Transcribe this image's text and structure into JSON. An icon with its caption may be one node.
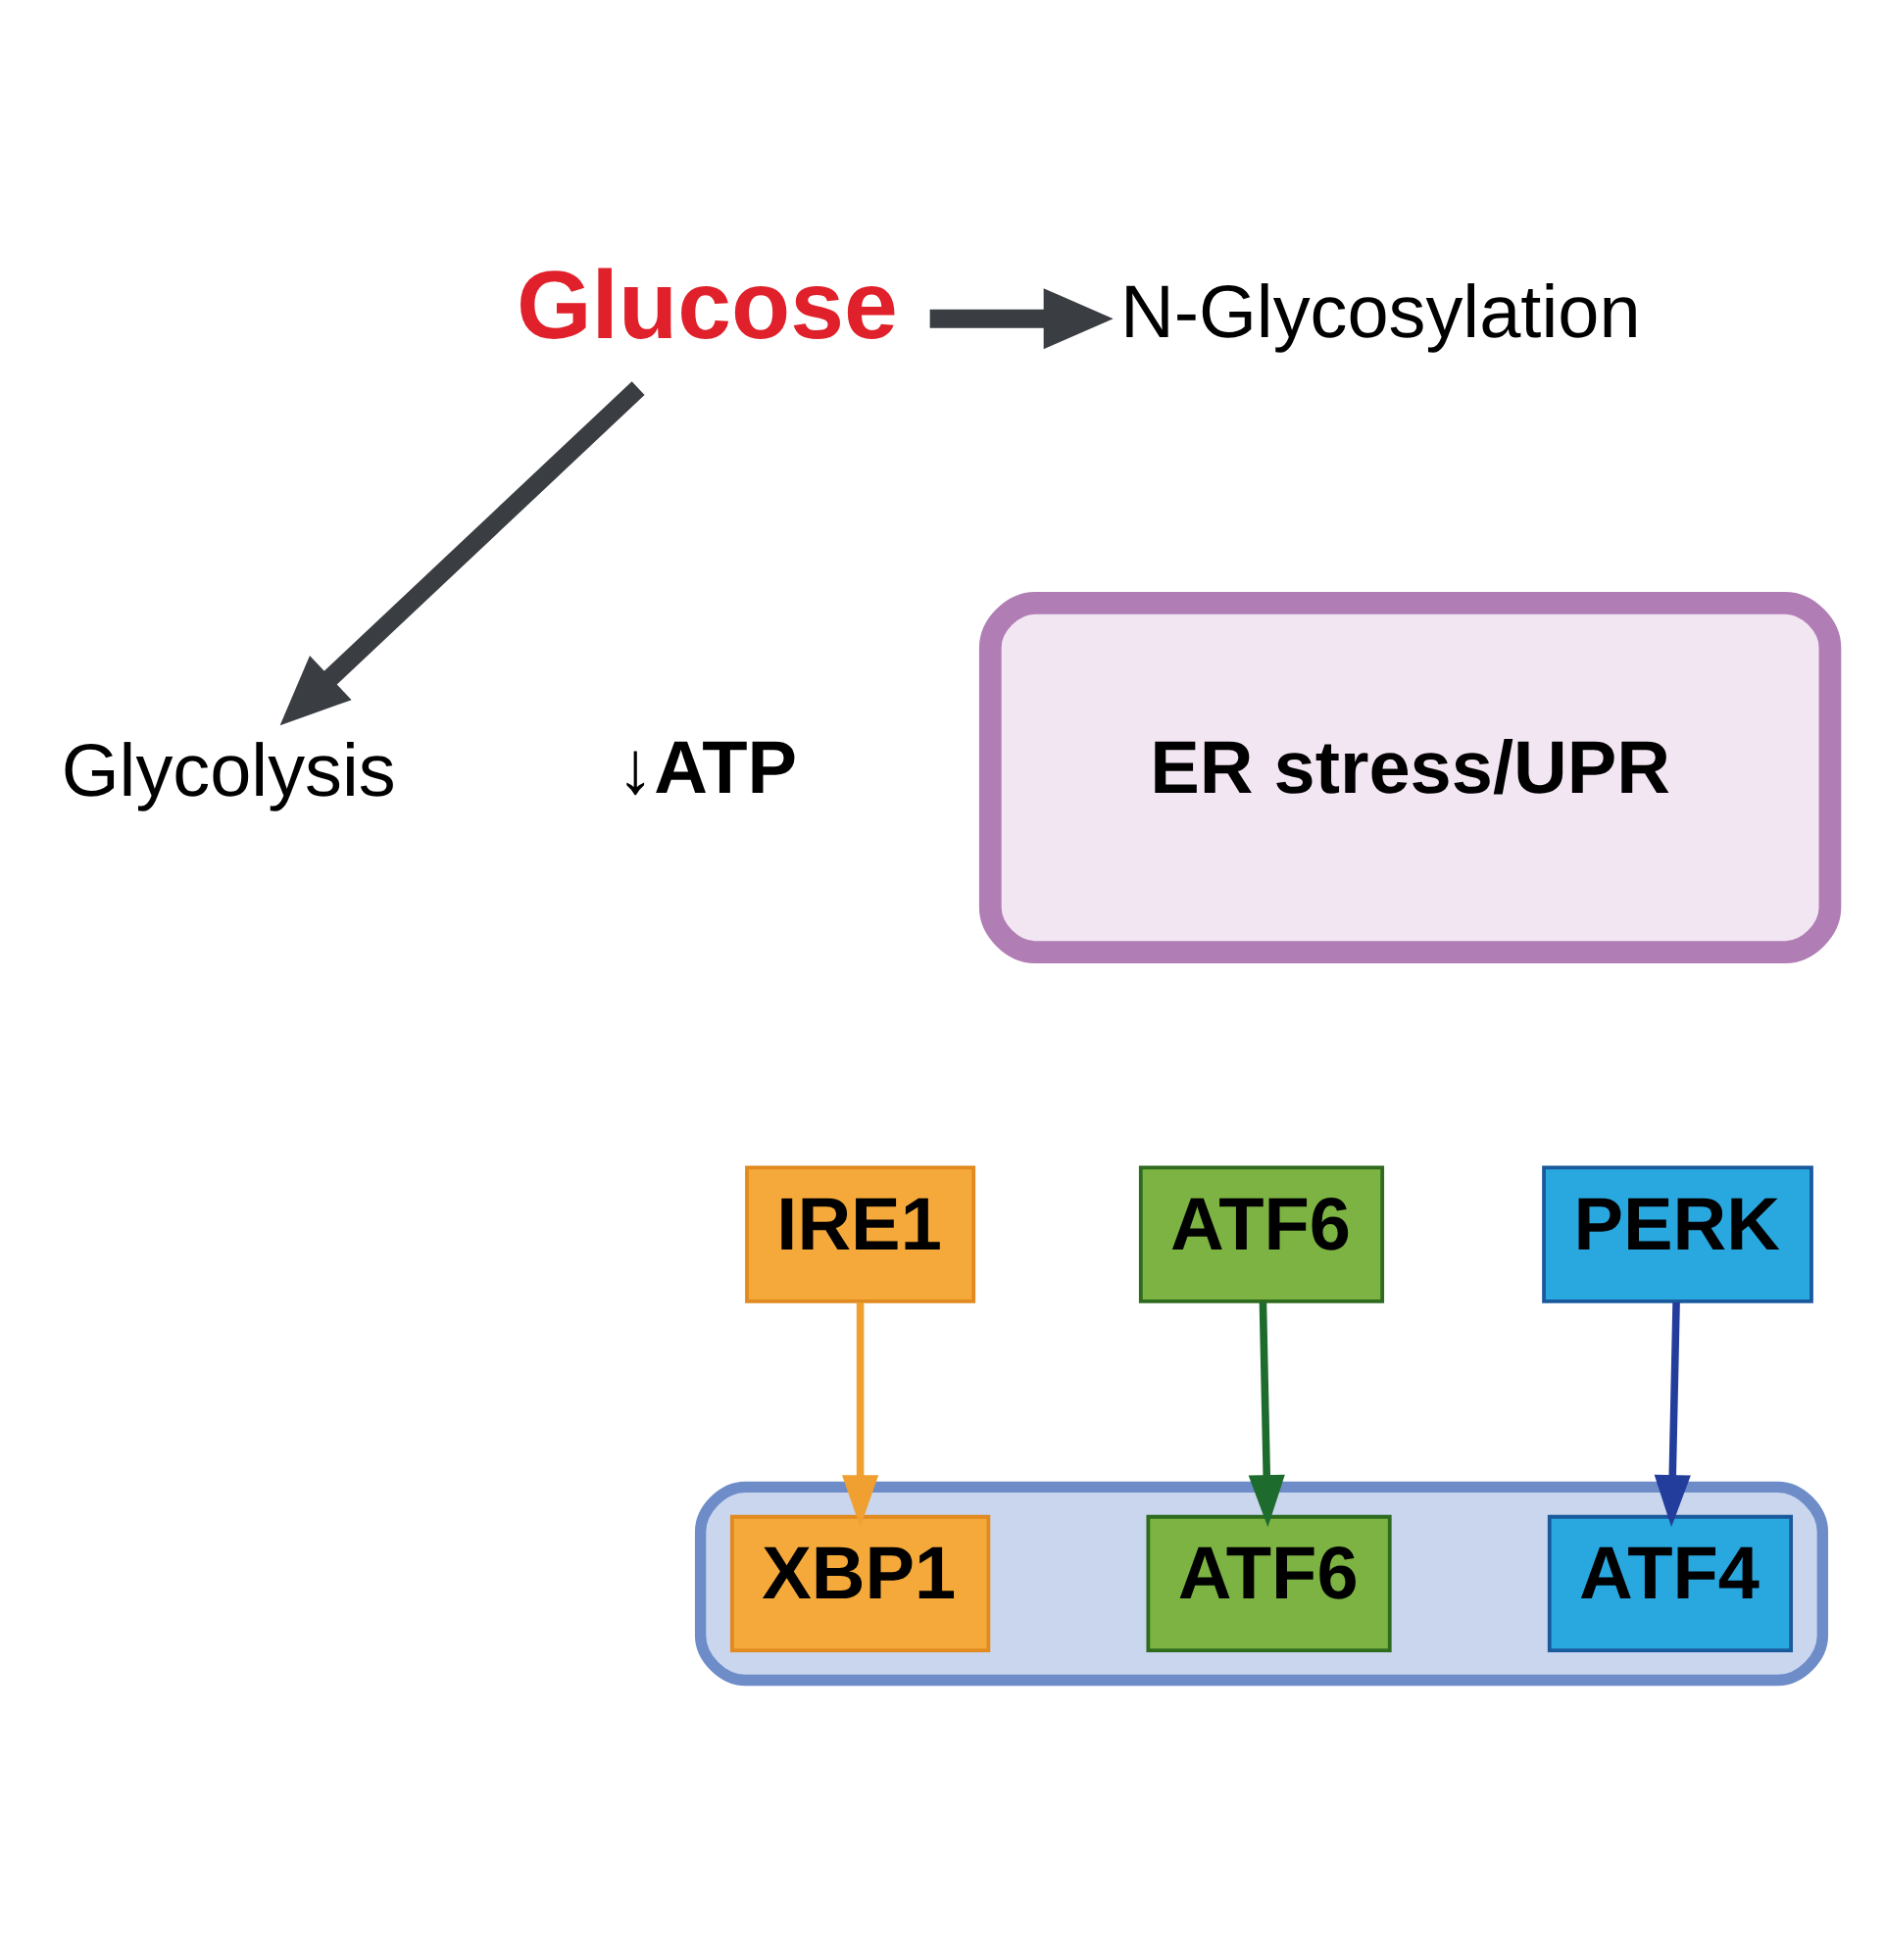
{
  "diagram": {
    "nodes": [
      {
        "text": [
          "Glucose"
        ]
      },
      {
        "text": [
          "N-Glycosylation"
        ]
      },
      {
        "text": [
          "Glycolysis"
        ]
      },
      {
        "text": [
          "ER stress/UPR"
        ]
      },
      {
        "text": [
          "IRE1"
        ]
      },
      {
        "text": [
          "ATF6"
        ]
      },
      {
        "text": [
          "PERK"
        ]
      },
      {
        "text": [],
        "shape": "picture"
      },
      {
        "text": [
          "XBP1"
        ],
        "in": 7
      },
      {
        "text": [
          "ATF6"
        ],
        "in": 7
      },
      {
        "text": [
          "ATF4"
        ],
        "in": 7
      }
    ],
    "edges": [
      {
        "from": 0,
        "to": 1,
        "arrow": "to",
        "color": "#3a3d42",
        "style": "thick"
      },
      {
        "from": 0,
        "to": 2,
        "arrow": "to",
        "color": "#3a3d42",
        "style": "thick"
      },
      {
        "from": 4,
        "to": 8,
        "arrow": "to",
        "color": "#f0a030"
      },
      {
        "from": 5,
        "to": 9,
        "arrow": "to",
        "color": "#1e6b2e"
      },
      {
        "from": 6,
        "to": 10,
        "arrow": "to",
        "color": "#233d9c"
      }
    ],
    "labels": [
      "↓ATP"
    ]
  }
}
